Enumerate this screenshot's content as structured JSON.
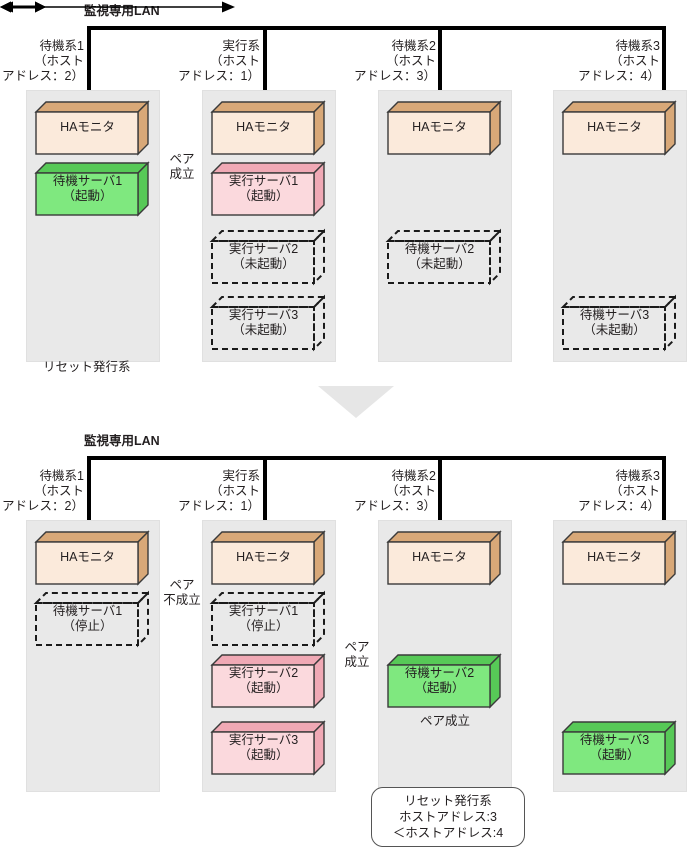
{
  "figure": {
    "lan_label": "監視専用LAN",
    "reset_issuer_label_top": "リセット発行系",
    "transition": "▽"
  },
  "top_diagram": {
    "nodes": [
      {
        "title": "待機系1\n（ホスト\nアドレス：2）",
        "monitor": "HAモニタ",
        "servers": [
          {
            "name": "待機サーバ1",
            "state": "（起動）",
            "style": "green"
          }
        ]
      },
      {
        "title": "実行系\n（ホスト\nアドレス：1）",
        "monitor": "HAモニタ",
        "servers": [
          {
            "name": "実行サーバ1",
            "state": "（起動）",
            "style": "pink"
          },
          {
            "name": "実行サーバ2",
            "state": "（未起動）",
            "style": "dashed"
          },
          {
            "name": "実行サーバ3",
            "state": "（未起動）",
            "style": "dashed"
          }
        ]
      },
      {
        "title": "待機系2\n（ホスト\nアドレス：3）",
        "monitor": "HAモニタ",
        "servers": [
          {
            "name": "待機サーバ2",
            "state": "（未起動）",
            "style": "dashed"
          }
        ]
      },
      {
        "title": "待機系3\n（ホスト\nアドレス：4）",
        "monitor": "HAモニタ",
        "servers": [
          {
            "name": "待機サーバ3",
            "state": "（未起動）",
            "style": "dashed"
          }
        ]
      }
    ],
    "pair_label": "ペア\n成立"
  },
  "bottom_diagram": {
    "nodes": [
      {
        "title": "待機系1\n（ホスト\nアドレス：2）",
        "monitor": "HAモニタ",
        "servers": [
          {
            "name": "待機サーバ1",
            "state": "（停止）",
            "style": "dashed"
          }
        ]
      },
      {
        "title": "実行系\n（ホスト\nアドレス：1）",
        "monitor": "HAモニタ",
        "servers": [
          {
            "name": "実行サーバ1",
            "state": "（停止）",
            "style": "dashed"
          },
          {
            "name": "実行サーバ2",
            "state": "（起動）",
            "style": "pink"
          },
          {
            "name": "実行サーバ3",
            "state": "（起動）",
            "style": "pink"
          }
        ]
      },
      {
        "title": "待機系2\n（ホスト\nアドレス：3）",
        "monitor": "HAモニタ",
        "servers": [
          {
            "name": "待機サーバ2",
            "state": "（起動）",
            "style": "green"
          }
        ]
      },
      {
        "title": "待機系3\n（ホスト\nアドレス：4）",
        "monitor": "HAモニタ",
        "servers": [
          {
            "name": "待機サーバ3",
            "state": "（起動）",
            "style": "green"
          }
        ]
      }
    ],
    "pair_fail_label": "ペア\n不成立",
    "pair_ok_label": "ペア\n成立",
    "pair_long_label": "ペア成立",
    "reset_note": "リセット発行系\nホストアドレス:3\n＜ホストアドレス:4"
  },
  "colors": {
    "panel_bg": "#e9e9e9",
    "ha_front": "#fbeadb",
    "ha_shade": "#d8a878",
    "green_front": "#7fe87f",
    "green_shade": "#57c957",
    "pink_front": "#fbd9dd",
    "pink_shade": "#f0a9b5",
    "stroke": "#3a3a3a",
    "bus": "#000000"
  }
}
